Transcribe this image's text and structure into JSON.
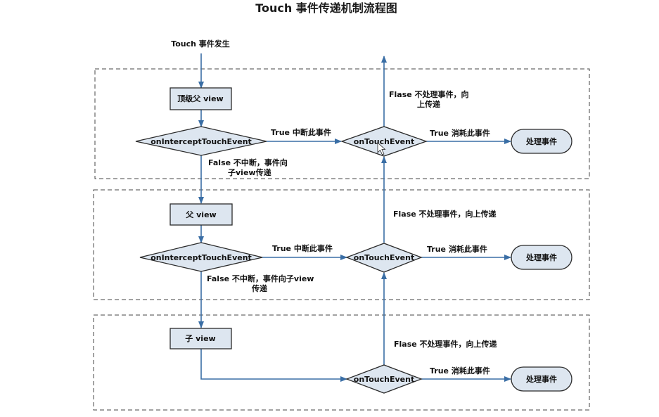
{
  "title": "Touch 事件传递机制流程图",
  "start_label": "Touch 事件发生",
  "colors": {
    "node_fill": "#dde6f0",
    "node_stroke": "#2b2b2b",
    "arrow": "#3a6ea5",
    "group_border": "#444444"
  },
  "groups": [
    {
      "view_label": "顶级父  view",
      "intercept_label": "onInterceptTouchEvent",
      "touch_label": "onTouchEvent",
      "handle_label": "处理事件",
      "intercept_true": "True   中断此事件",
      "intercept_false_line1": "False   不中断，事件向",
      "intercept_false_line2": "子view传递",
      "touch_true": "True   消耗此事件",
      "touch_false_line1": "Flase   不处理事件，向",
      "touch_false_line2": "上传递"
    },
    {
      "view_label": "父   view",
      "intercept_label": "onInterceptTouchEvent",
      "touch_label": "onTouchEvent",
      "handle_label": "处理事件",
      "intercept_true": "True   中断此事件",
      "intercept_false_line1": "False   不中断，事件向子view",
      "intercept_false_line2": "传递",
      "touch_true": "True   消耗此事件",
      "touch_false_line1": "Flase   不处理事件，向上传递"
    },
    {
      "view_label": "子   view",
      "touch_label": "onTouchEvent",
      "handle_label": "处理事件",
      "touch_true": "True   消耗此事件",
      "touch_false_line1": "Flase   不处理事件，向上传递"
    }
  ]
}
